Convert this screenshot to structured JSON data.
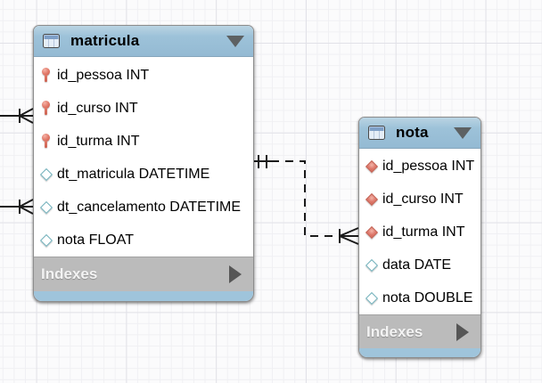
{
  "diagram": {
    "tables": [
      {
        "name": "matricula",
        "footer_label": "Indexes",
        "columns": [
          {
            "label": "id_pessoa INT",
            "icon": "primary-key"
          },
          {
            "label": "id_curso INT",
            "icon": "primary-key"
          },
          {
            "label": "id_turma INT",
            "icon": "primary-key"
          },
          {
            "label": "dt_matricula DATETIME",
            "icon": "attribute"
          },
          {
            "label": "dt_cancelamento DATETIME",
            "icon": "attribute"
          },
          {
            "label": "nota FLOAT",
            "icon": "attribute"
          }
        ]
      },
      {
        "name": "nota",
        "footer_label": "Indexes",
        "columns": [
          {
            "label": "id_pessoa INT",
            "icon": "foreign-key"
          },
          {
            "label": "id_curso INT",
            "icon": "foreign-key"
          },
          {
            "label": "id_turma INT",
            "icon": "foreign-key"
          },
          {
            "label": "data DATE",
            "icon": "attribute"
          },
          {
            "label": "nota DOUBLE",
            "icon": "attribute"
          }
        ]
      }
    ],
    "relationships": [
      {
        "from": "off-canvas-left",
        "to": "matricula",
        "style": "solid",
        "to_cardinality": "one-to-many-crowfoot"
      },
      {
        "from": "off-canvas-left",
        "to": "matricula",
        "style": "solid",
        "to_cardinality": "one-to-many-crowfoot"
      },
      {
        "from": "matricula",
        "to": "nota",
        "style": "dashed",
        "from_cardinality": "exactly-one",
        "to_cardinality": "one-to-many-crowfoot"
      }
    ],
    "colors": {
      "header_blue": "#9dc2d9",
      "footer_blue": "#9fc4db",
      "indexes_gray": "#bbbbbb",
      "primary_key_icon": "#e27a6a",
      "foreign_key_icon": "#dd7568",
      "attribute_icon": "#72b1bb",
      "connector_line": "#1c1c1c"
    }
  }
}
